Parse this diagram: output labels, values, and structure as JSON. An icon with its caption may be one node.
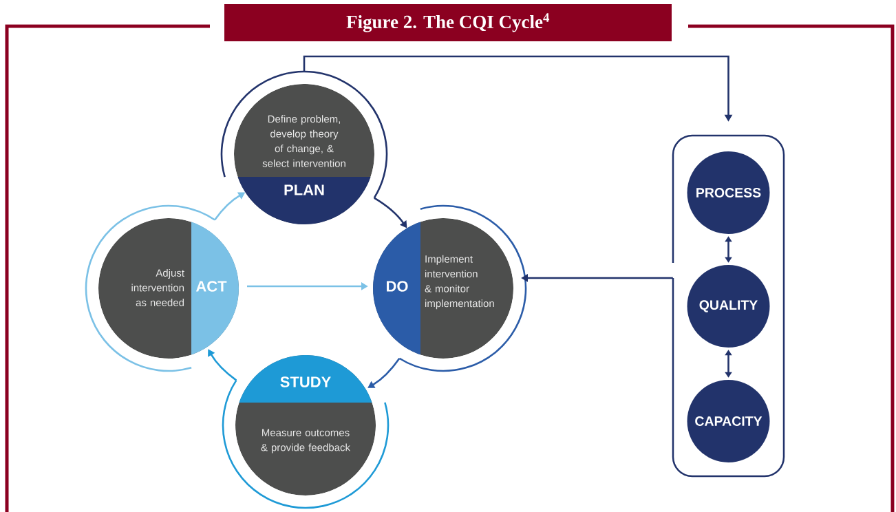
{
  "diagram": {
    "title": "Figure 2. The CQI Cycle$^{4}$",
    "nodes": [
      {
        "text": [
          "Define problem, develop theory of change, & select intervention",
          "PLAN"
        ]
      },
      {
        "text": [
          "Adjust intervention as needed",
          "ACT"
        ]
      },
      {
        "text": [
          "DO",
          "Implement intervention & monitor implementation"
        ]
      },
      {
        "text": [
          "STUDY",
          "Measure outcomes & provide feedback"
        ]
      },
      {
        "text": [],
        "shape": "box"
      },
      {
        "text": [
          "PROCESS"
        ],
        "in": 4
      },
      {
        "text": [
          "QUALITY"
        ],
        "in": 4
      },
      {
        "text": [
          "CAPACITY"
        ],
        "in": 4
      }
    ],
    "edges": [
      {
        "from": 0,
        "to": 2,
        "arrow": "to"
      },
      {
        "from": 2,
        "to": 3,
        "arrow": "to",
        "color": "#2b5ca8"
      },
      {
        "from": 3,
        "to": 1,
        "arrow": "to",
        "color": "#1e9ad6"
      },
      {
        "from": 1,
        "to": 0,
        "arrow": "to",
        "color": "#7bc1e6"
      },
      {
        "from": 1,
        "to": 2,
        "arrow": "to",
        "color": "#7bc1e6"
      },
      {
        "from": 0,
        "to": 4,
        "arrow": "to"
      },
      {
        "from": 4,
        "to": 2,
        "arrow": "to"
      },
      {
        "from": 5,
        "to": 6,
        "arrow": "both"
      },
      {
        "from": 6,
        "to": 7,
        "arrow": "both"
      }
    ]
  }
}
